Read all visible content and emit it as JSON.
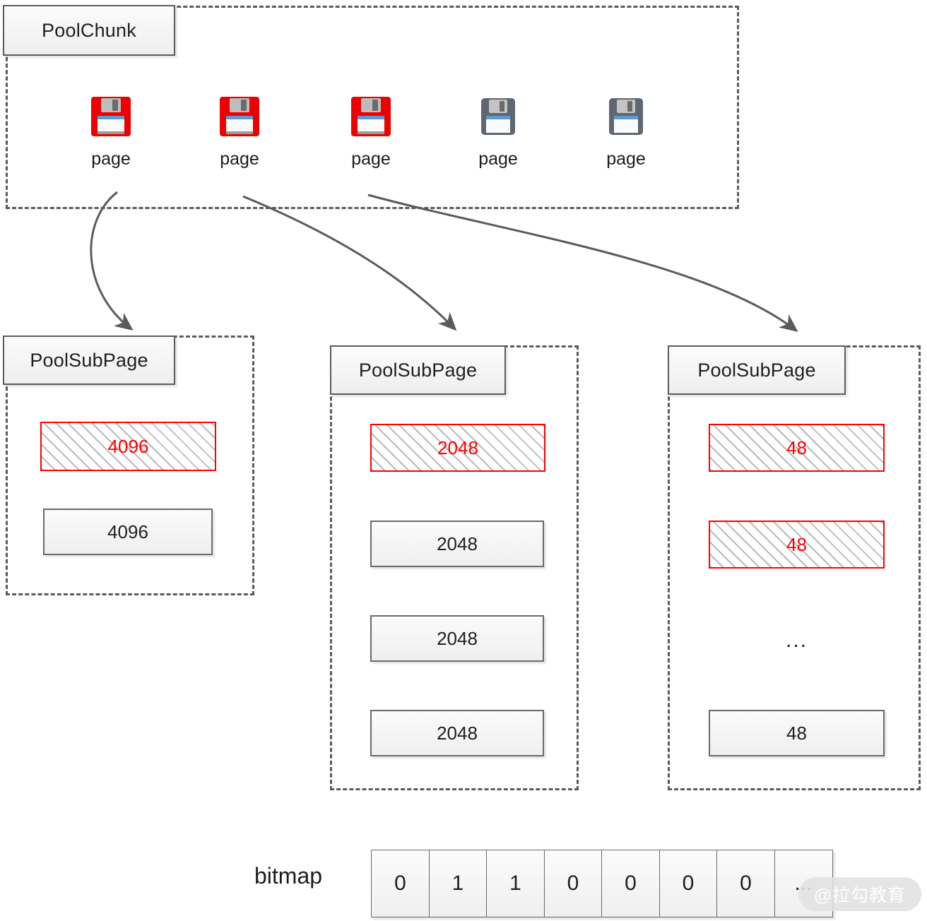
{
  "diagram": {
    "title_note": "Netty PoolChunk / PoolSubPage memory layout diagram",
    "colors": {
      "allocated_red": "#ff0000",
      "box_border_gray": "#6a6a6a",
      "dashed_gray": "#5b5b5b",
      "floppy_gray": "#5d6671",
      "floppy_red": "#ee0000",
      "floppy_blue": "#5b9bd5"
    }
  },
  "chunk": {
    "header_label": "PoolChunk",
    "pages": [
      {
        "label": "page",
        "state": "allocated",
        "icon": "floppy-disk-icon"
      },
      {
        "label": "page",
        "state": "allocated",
        "icon": "floppy-disk-icon"
      },
      {
        "label": "page",
        "state": "allocated",
        "icon": "floppy-disk-icon"
      },
      {
        "label": "page",
        "state": "free",
        "icon": "floppy-disk-icon"
      },
      {
        "label": "page",
        "state": "free",
        "icon": "floppy-disk-icon"
      }
    ]
  },
  "subpages": [
    {
      "header_label": "PoolSubPage",
      "slots": [
        {
          "value": "4096",
          "state": "used"
        },
        {
          "value": "4096",
          "state": "free"
        }
      ],
      "ellipsis": null
    },
    {
      "header_label": "PoolSubPage",
      "slots": [
        {
          "value": "2048",
          "state": "used"
        },
        {
          "value": "2048",
          "state": "free"
        },
        {
          "value": "2048",
          "state": "free"
        },
        {
          "value": "2048",
          "state": "free"
        }
      ],
      "ellipsis": null
    },
    {
      "header_label": "PoolSubPage",
      "slots": [
        {
          "value": "48",
          "state": "used"
        },
        {
          "value": "48",
          "state": "used"
        },
        {
          "value": "48",
          "state": "free"
        }
      ],
      "ellipsis": "..."
    }
  ],
  "bitmap": {
    "label": "bitmap",
    "cells": [
      "0",
      "1",
      "1",
      "0",
      "0",
      "0",
      "0",
      "..."
    ]
  },
  "watermark": {
    "text": "@拉勾教育"
  }
}
